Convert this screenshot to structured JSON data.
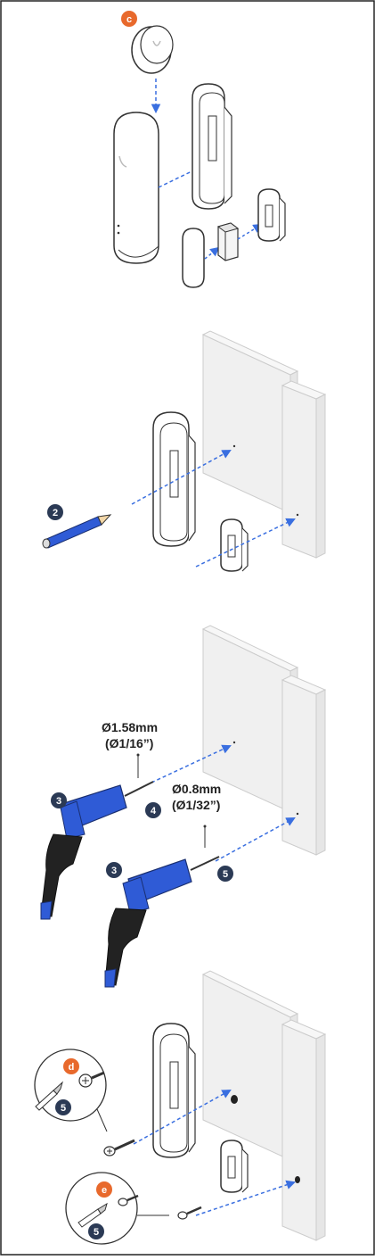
{
  "colors": {
    "accent_orange": "#e8692c",
    "step_badge": "#2b3a55",
    "tool_blue": "#2f5bd6",
    "arrow_blue": "#3a6fe0",
    "wall": "#f0f0f0",
    "line": "#333333"
  },
  "panels": [
    {
      "id": "panel-1",
      "badges": [
        {
          "text": "c",
          "style": "orange"
        }
      ]
    },
    {
      "id": "panel-2",
      "badges": [
        {
          "text": "2",
          "style": "step"
        }
      ]
    },
    {
      "id": "panel-3",
      "drill_small_label": {
        "line1": "Ø1.58mm",
        "line2": "(Ø1/16”)"
      },
      "drill_large_label": {
        "line1": "Ø0.8mm",
        "line2": "(Ø1/32”)"
      },
      "badges": [
        {
          "text": "3",
          "style": "step"
        },
        {
          "text": "4",
          "style": "step"
        },
        {
          "text": "3",
          "style": "step"
        },
        {
          "text": "5",
          "style": "step"
        }
      ]
    },
    {
      "id": "panel-4",
      "badges": [
        {
          "text": "d",
          "style": "orange"
        },
        {
          "text": "5",
          "style": "step"
        },
        {
          "text": "e",
          "style": "orange"
        },
        {
          "text": "5",
          "style": "step"
        }
      ]
    }
  ],
  "icons": [
    "magnet-icon",
    "sensor-body",
    "mount-bracket",
    "pencil-icon",
    "drill-icon",
    "screw-icon",
    "screwdriver-icon"
  ]
}
